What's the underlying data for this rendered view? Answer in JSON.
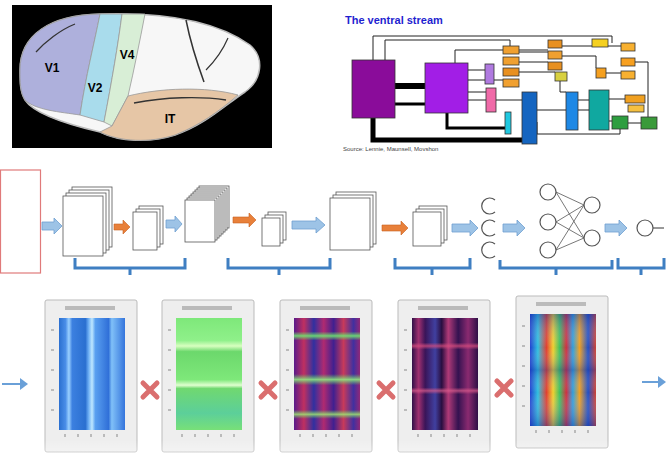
{
  "diagram": {
    "nodes": [
      {
        "text": [
          "V1"
        ]
      },
      {
        "text": [
          "V2"
        ]
      },
      {
        "text": [
          "V4"
        ]
      },
      {
        "text": [
          "IT"
        ]
      }
    ],
    "labels": [
      "The ventral stream",
      "Source: Lennie, Maunsell, Movshon"
    ]
  }
}
